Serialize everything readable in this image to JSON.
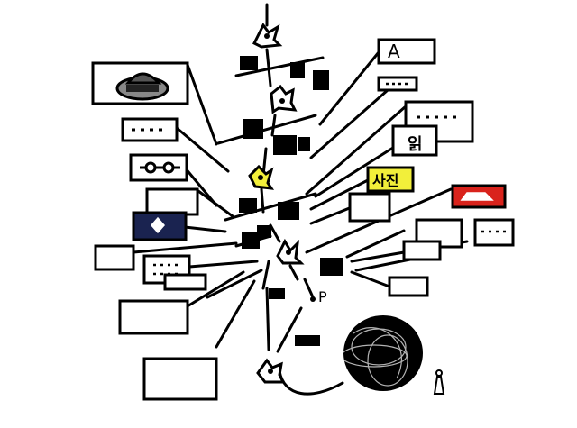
{
  "labels": {
    "letter_a": "A",
    "letter_p": "P",
    "korean_word": "사진",
    "small_glyph": "읽"
  },
  "colors": {
    "ink": "#000000",
    "paper": "#ffffff",
    "yellow_highlight": "#f2ef3a",
    "red_box": "#d9231c",
    "navy_box": "#1a2350"
  },
  "icons": {
    "hat_face": "face-with-hat-icon",
    "glasses": "glasses-icon",
    "diamond": "diamond-icon",
    "car": "car-icon",
    "scribble": "scribble-ball-icon",
    "figure": "small-figure-icon",
    "spark": "spark-icon"
  }
}
